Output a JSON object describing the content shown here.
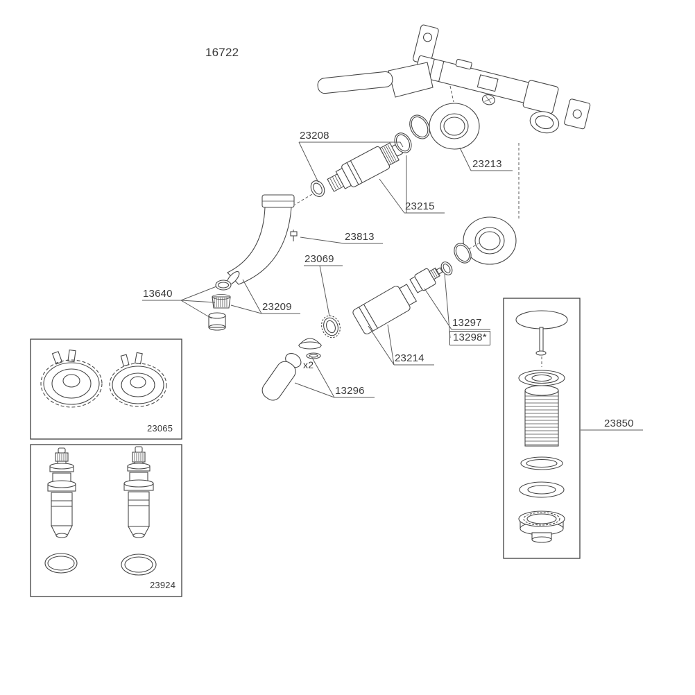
{
  "colors": {
    "background": "#ffffff",
    "line": "#474747",
    "text": "#3a3a3a"
  },
  "diagram": {
    "title": "16722",
    "part_labels": {
      "l23208": "23208",
      "l23213": "23213",
      "l23215": "23215",
      "l23813": "23813",
      "l23069": "23069",
      "l13640": "13640",
      "l23209": "23209",
      "l13297": "13297",
      "l13298": "13298*",
      "l23214": "23214",
      "lx2": "x2",
      "l13296": "13296",
      "l23850": "23850"
    },
    "inset_labels": {
      "l23065": "23065",
      "l23924": "23924"
    }
  }
}
